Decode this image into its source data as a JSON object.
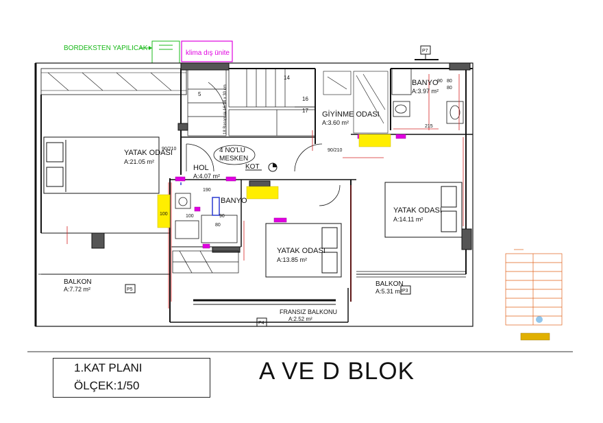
{
  "notes": {
    "bordeksten": "BORDEKSTEN YAPILICAK",
    "klima": "klima dış ünite"
  },
  "flat_label": {
    "line1": "4 NO'LU",
    "line2": "MESKEN"
  },
  "kot": "KOT",
  "p_tags": [
    "P7",
    "P5",
    "P3",
    "P4"
  ],
  "door_tags": [
    "90/210",
    "90/210"
  ],
  "rooms": [
    {
      "name": "YATAK ODASI",
      "area": "A:21.05 m²"
    },
    {
      "name": "HOL",
      "area": "A:4.07 m²"
    },
    {
      "name": "BANYO",
      "area": ""
    },
    {
      "name": "GİYİNME ODASI",
      "area": "A:3.60 m²"
    },
    {
      "name": "BANYO",
      "area": "A:3.97 m²"
    },
    {
      "name": "YATAK ODASI",
      "area": "A:14.11 m²"
    },
    {
      "name": "YATAK ODASI",
      "area": "A:13.85 m²"
    },
    {
      "name": "BALKON",
      "area": "A:7.72 m²"
    },
    {
      "name": "BALKON",
      "area": "A:5.31 m²"
    },
    {
      "name": "FRANSIZ BALKONU",
      "area": "A:2.52 m²"
    }
  ],
  "stairs": {
    "steps": [
      "14",
      "16",
      "17",
      "5"
    ],
    "note": "18 Basamak 16.94 x 30 cm"
  },
  "dimensions": [
    "190",
    "100",
    "90",
    "80",
    "90",
    "215",
    "80",
    "80",
    "100"
  ],
  "title": {
    "plan": "1.KAT PLANI",
    "scale": "ÖLÇEK:1/50",
    "block": "A VE D BLOK"
  },
  "colors": {
    "wall": "#111111",
    "red": "#d42020",
    "magenta": "#e000e0",
    "green": "#18b818",
    "yellow": "#ffee00",
    "blue": "#2a3ad0",
    "legend": "#e06018"
  }
}
